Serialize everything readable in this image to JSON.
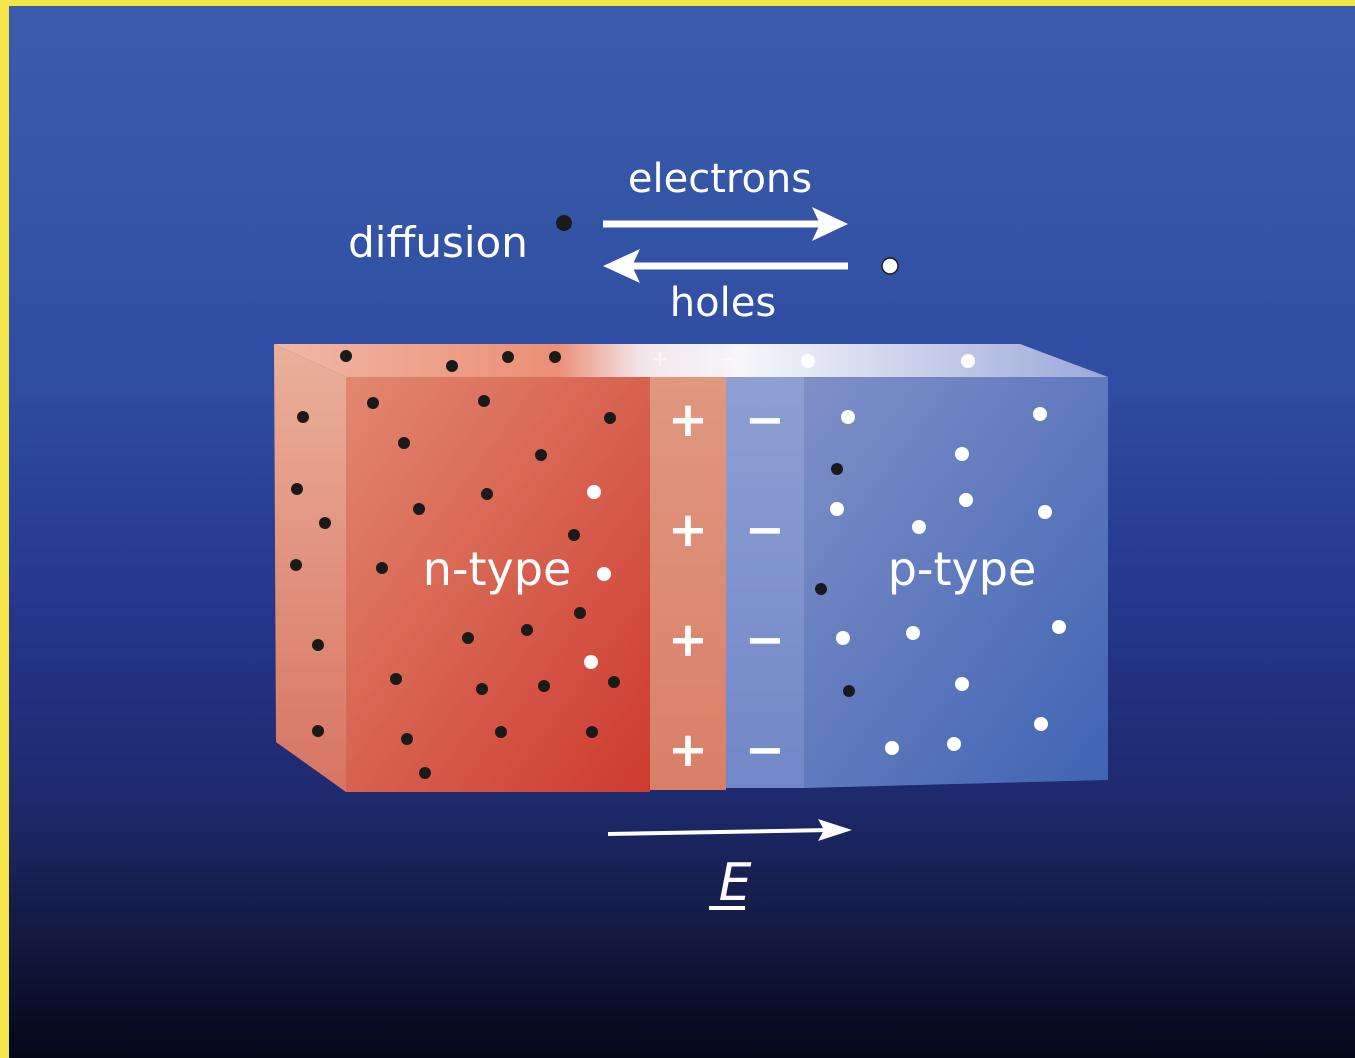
{
  "labels": {
    "electrons": "electrons",
    "diffusion": "diffusion",
    "holes": "holes",
    "n_type": "n-type",
    "p_type": "p-type",
    "field": "E"
  },
  "charges": {
    "plus": "+",
    "minus": "−",
    "rows": 4
  },
  "colors": {
    "background_top": "#3b5cab",
    "background_bottom": "#030818",
    "frame": "#f3e44a",
    "n_region": "#d9604a",
    "p_region": "#5d79bd",
    "electron": "#1a1a1a",
    "hole": "#ffffff"
  }
}
